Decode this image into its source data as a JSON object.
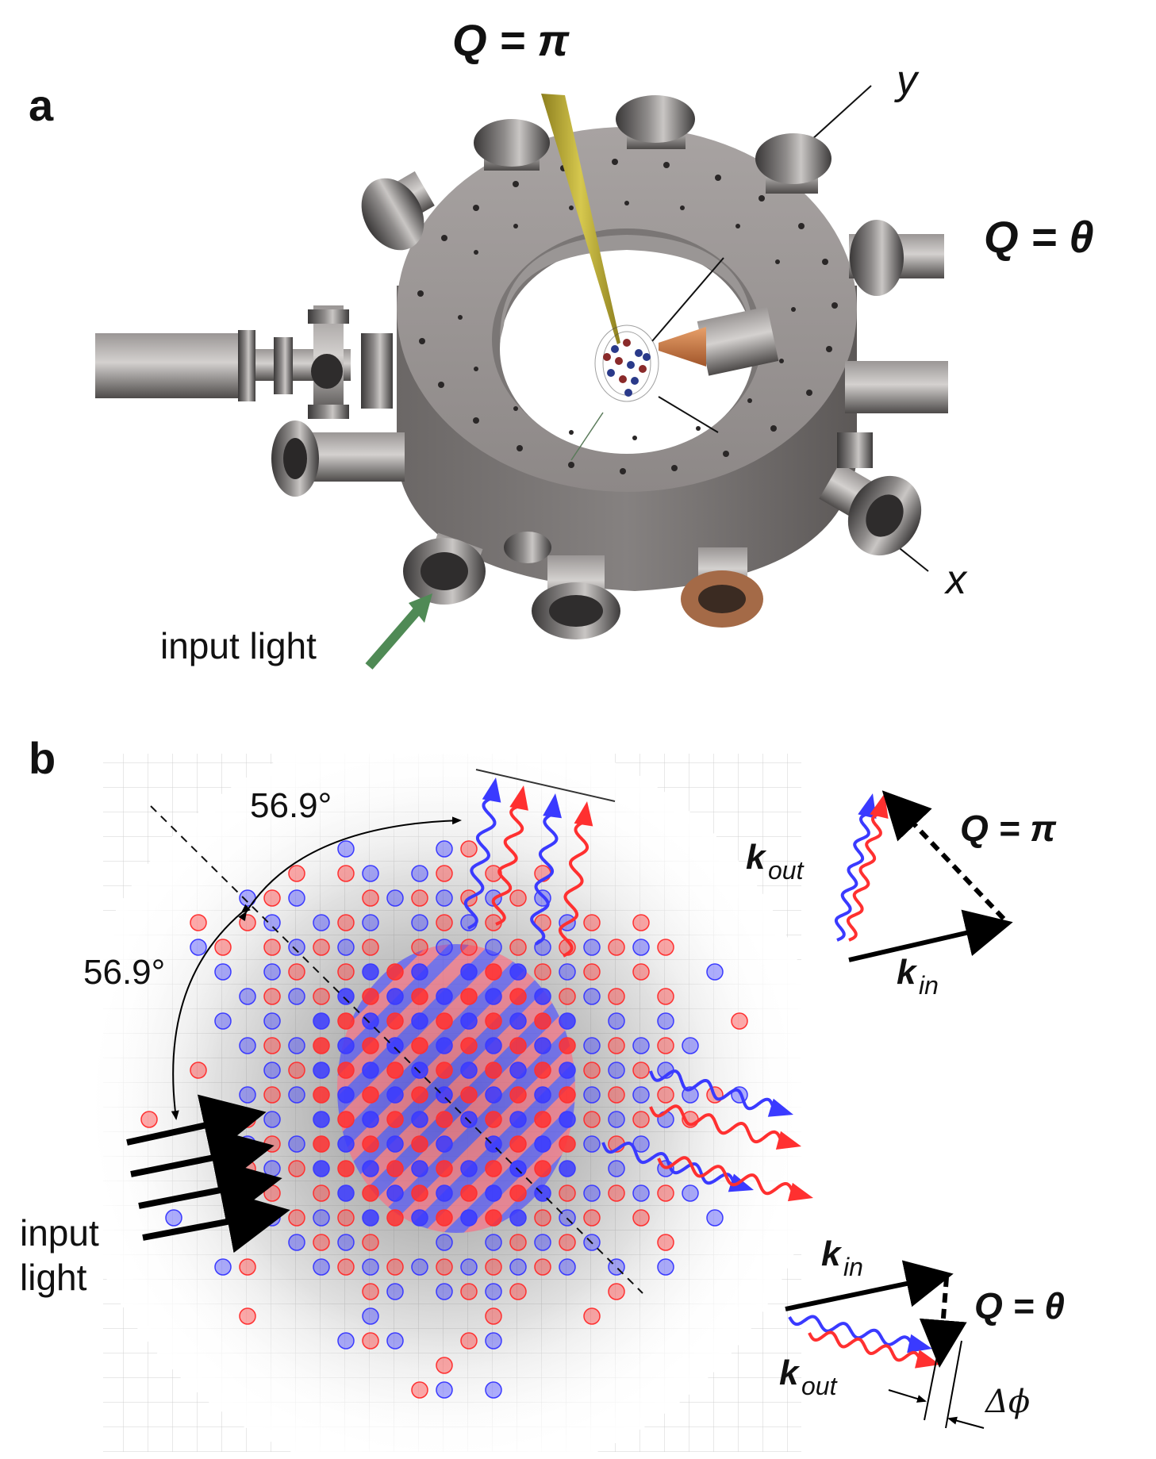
{
  "panel_a": {
    "letter": "a",
    "q_pi": "Q = π",
    "q_theta": "Q = θ",
    "axis_x": "x",
    "axis_y": "y",
    "input_light": "input light"
  },
  "panel_b": {
    "letter": "b",
    "angle_top": "56.9°",
    "angle_left": "56.9°",
    "input_light_line1": "input",
    "input_light_line2": "light",
    "inset_top": {
      "q": "Q = π",
      "k_out": "k",
      "k_out_sub": "out",
      "k_in": "k",
      "k_in_sub": "in"
    },
    "inset_bottom": {
      "q": "Q = θ",
      "k_in": "k",
      "k_in_sub": "in",
      "k_out": "k",
      "k_out_sub": "out",
      "delta_phi": "Δϕ"
    }
  },
  "colors": {
    "blue": "#3a3aff",
    "red": "#ff3030",
    "chamber": "#8a8584",
    "cone": "#b8a830",
    "arrow_green": "#4f8a55"
  }
}
